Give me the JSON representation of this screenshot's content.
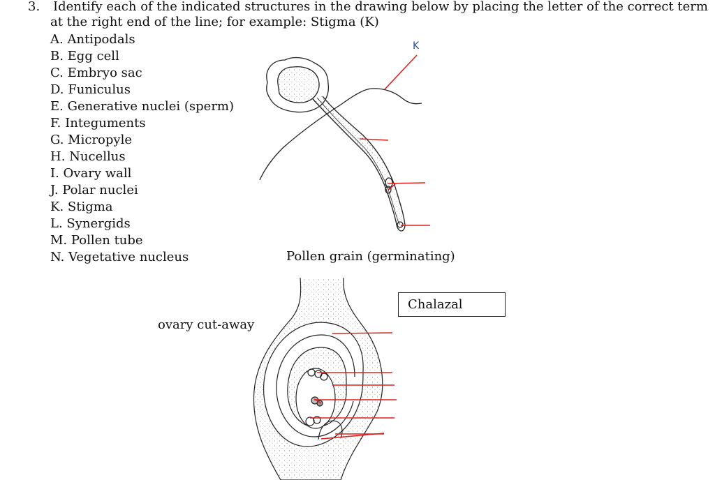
{
  "question": {
    "number": "3.",
    "line1": "Identify each of the indicated structures in the drawing below by placing the letter of the correct term",
    "line2": "at the right end of the line; for example: Stigma (K)"
  },
  "terms": [
    "A. Antipodals",
    "B. Egg cell",
    "C. Embryo sac",
    "D. Funiculus",
    "E. Generative nuclei (sperm)",
    "F. Integuments",
    "G. Micropyle",
    "H. Nucellus",
    "I. Ovary wall",
    "J. Polar nuclei",
    "K. Stigma",
    "L. Synergids",
    "M. Pollen tube",
    "N. Vegetative nucleus"
  ],
  "pollen_drawing": {
    "caption": "Pollen grain (germinating)",
    "example_answer": "K"
  },
  "ovary_drawing": {
    "caption": "ovary cut-away",
    "answer_box_text": "Chalazal"
  },
  "colors": {
    "answer_line": "#e0201c",
    "example_letter": "#2a4fa0",
    "ink": "#222222"
  }
}
